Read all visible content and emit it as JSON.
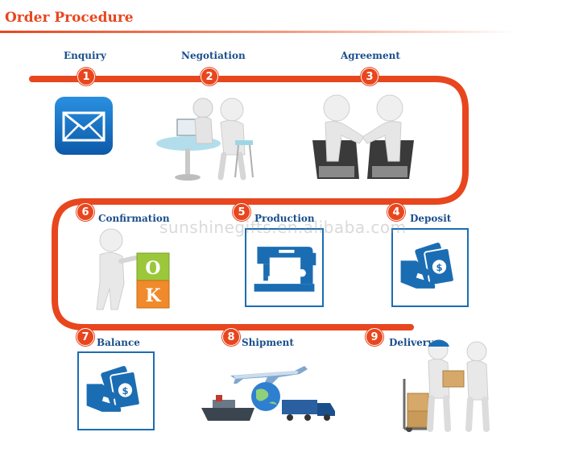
{
  "title": "Order Procedure",
  "watermark": "sunshinegifts.en.alibaba.com",
  "steps": [
    {
      "number": "1",
      "label": "Enquiry",
      "icon": "envelope-icon"
    },
    {
      "number": "2",
      "label": "Negotiation",
      "icon": "meeting-figures-icon"
    },
    {
      "number": "3",
      "label": "Agreement",
      "icon": "handshake-laptops-icon"
    },
    {
      "number": "4",
      "label": "Deposit",
      "icon": "payment-hand-icon"
    },
    {
      "number": "5",
      "label": "Production",
      "icon": "sewing-machine-icon"
    },
    {
      "number": "6",
      "label": "Confirmation",
      "icon": "ok-blocks-icon"
    },
    {
      "number": "7",
      "label": "Balance",
      "icon": "payment-hand-icon"
    },
    {
      "number": "8",
      "label": "Shipment",
      "icon": "transport-icon"
    },
    {
      "number": "9",
      "label": "Delivery",
      "icon": "delivery-figures-icon"
    }
  ],
  "blocks": {
    "top": "O",
    "bottom": "K"
  },
  "colors": {
    "accent": "#e8461e",
    "blue": "#1b6db3",
    "label": "#1b4f8c"
  }
}
